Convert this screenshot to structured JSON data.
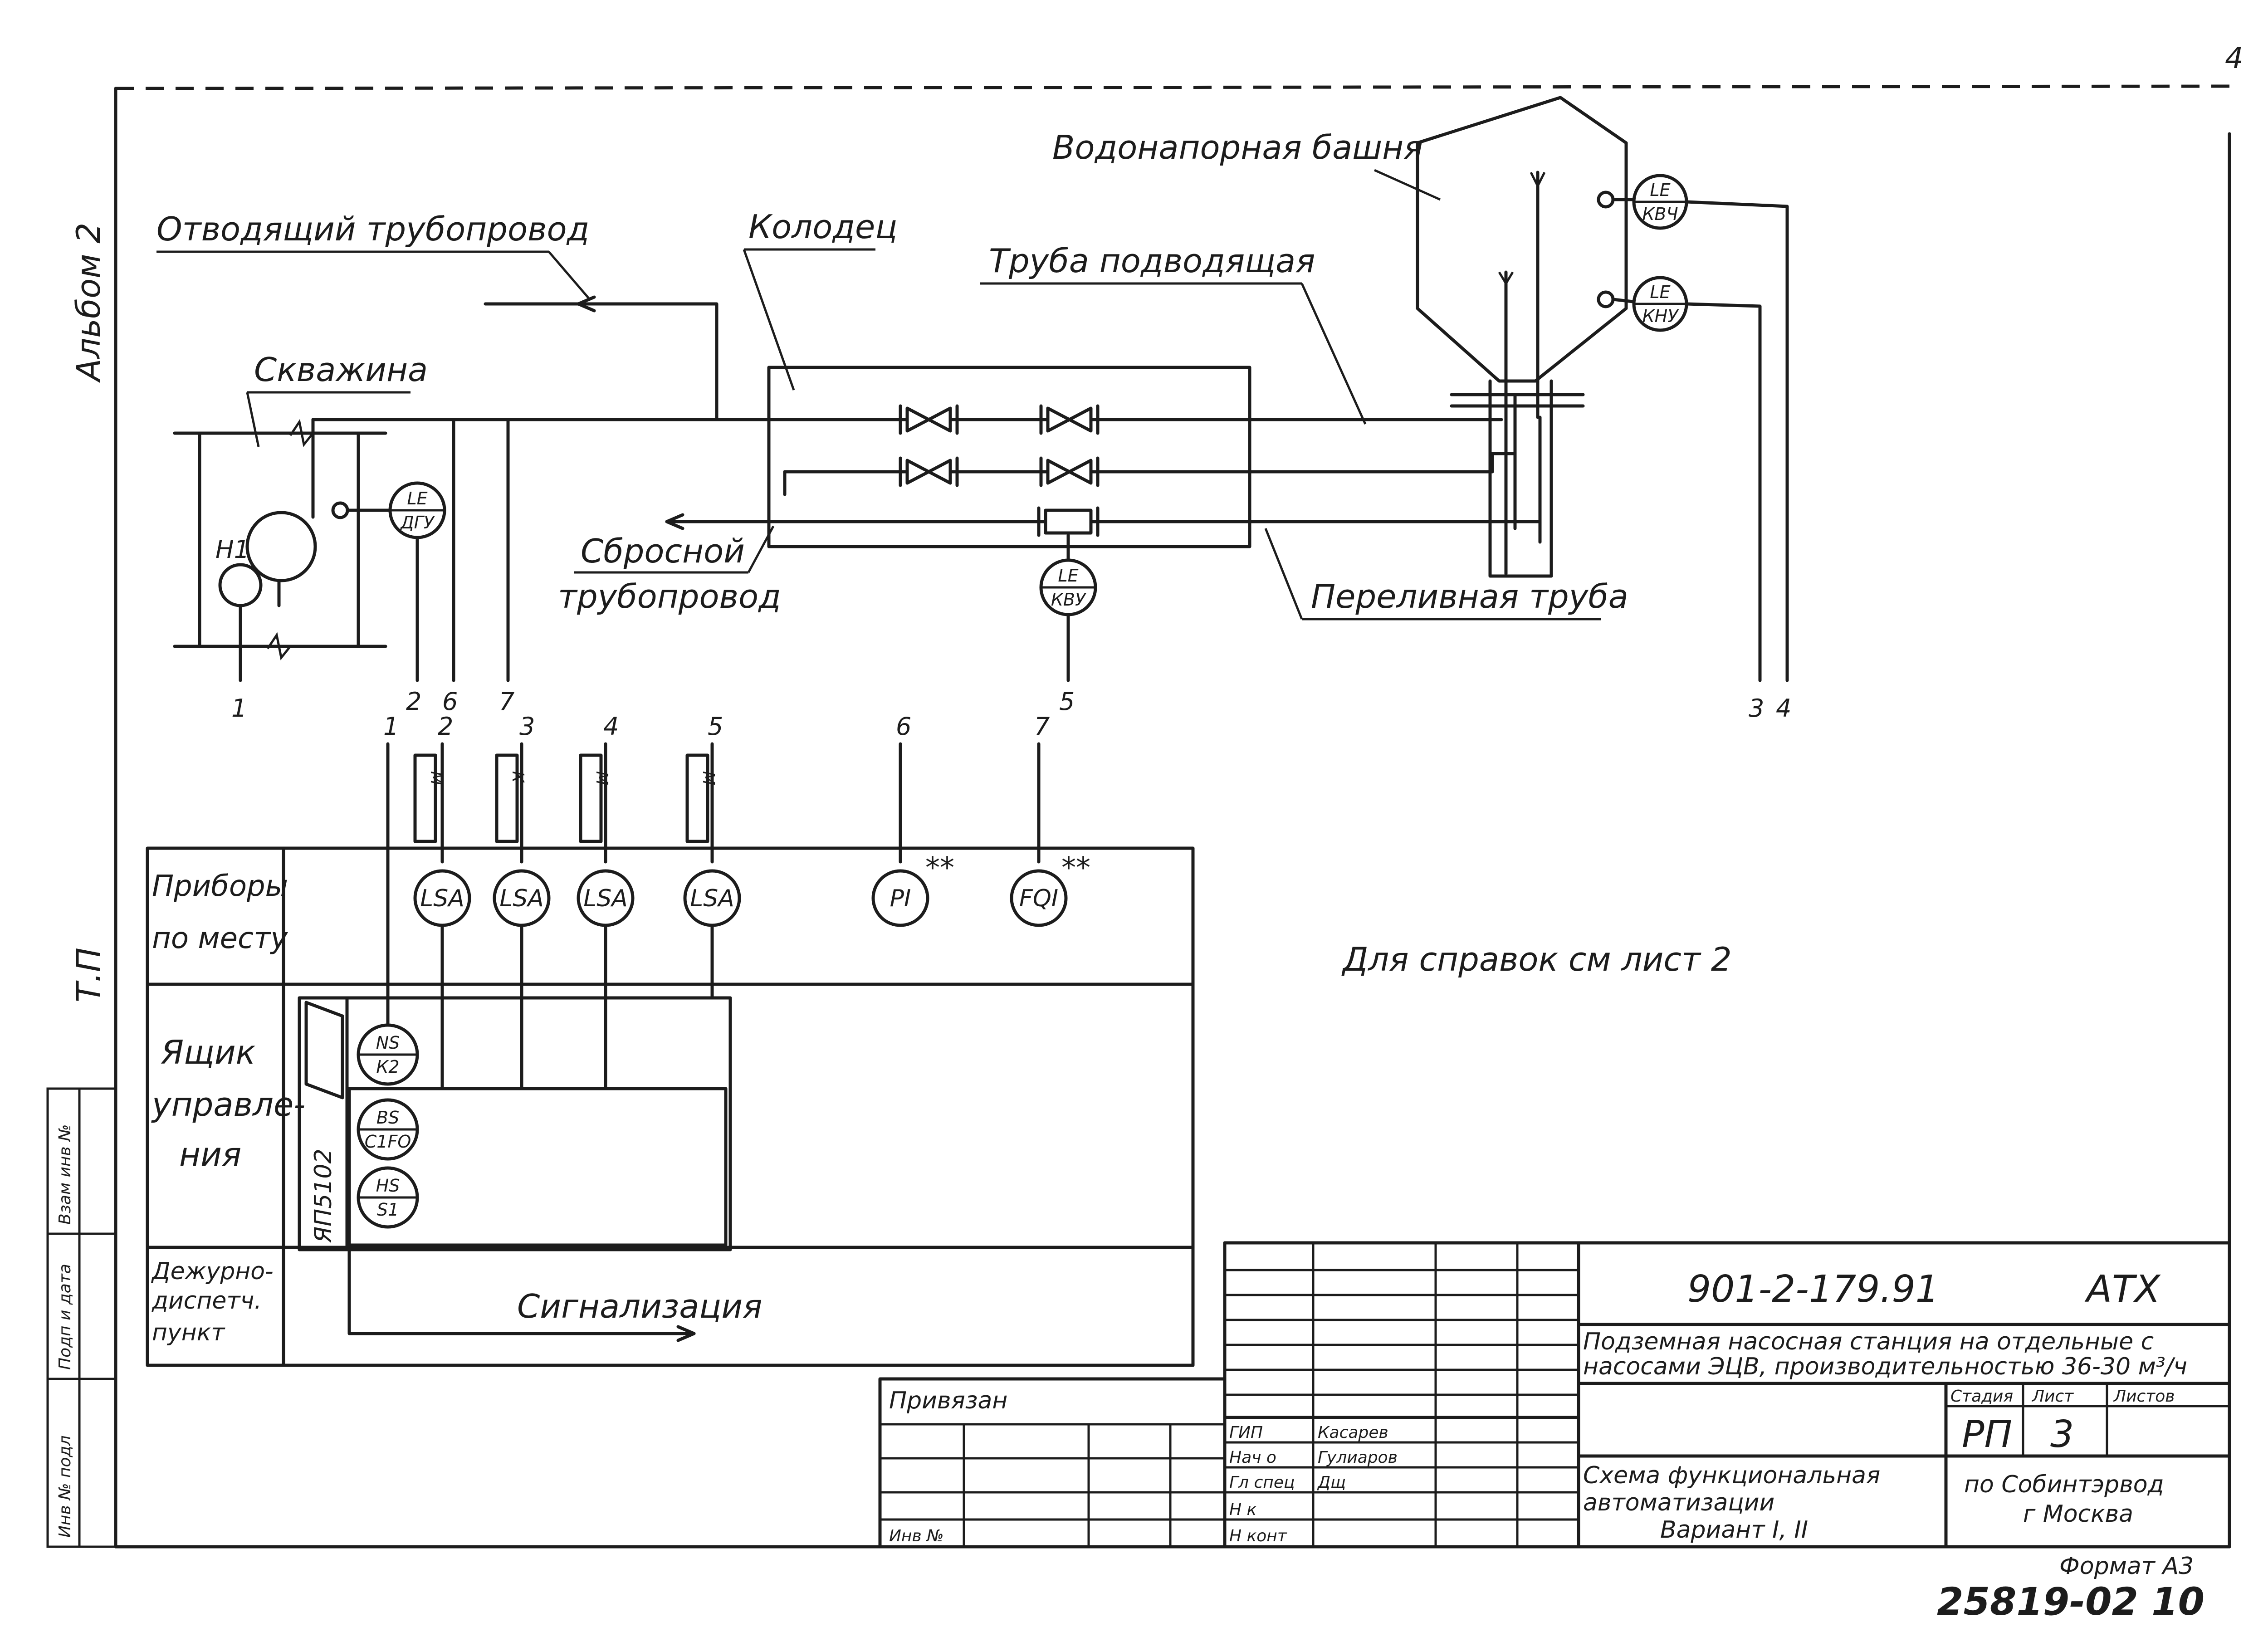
{
  "page": {
    "corner_number": "4"
  },
  "side": {
    "album": "Альбом 2",
    "tp": "Т.П"
  },
  "left_stamps": [
    "Взам инв №",
    "Подп и дата",
    "Инв № подл"
  ],
  "labels": {
    "tower": "Водонапорная башня",
    "outlet_pipeline": "Отводящий трубопровод",
    "well_chamber": "Колодец",
    "supply_pipe": "Труба подводящая",
    "borehole": "Скважина",
    "discharge_pipeline_1": "Сбросной",
    "discharge_pipeline_2": "трубопровод",
    "overflow_pipe": "Переливная труба",
    "note": "Для справок см лист 2",
    "signaling": "Сигнализация",
    "pump": "Н1"
  },
  "field_instruments": [
    {
      "id": "le-dgu",
      "line1": "LE",
      "line2": "ДГУ"
    },
    {
      "id": "le-kvu",
      "line1": "LE",
      "line2": "КВУ"
    },
    {
      "id": "le-kvch",
      "line1": "LE",
      "line2": "КВЧ"
    },
    {
      "id": "le-knu",
      "line1": "LE",
      "line2": "КНУ"
    }
  ],
  "line_numbers": {
    "borehole": "1",
    "dgu_a": "2",
    "dgu_b": "6",
    "mid": "7",
    "kvu": "5",
    "tower_a": "3",
    "tower_b": "4",
    "c1": "1",
    "c2": "2",
    "c3": "3",
    "c4": "4",
    "c5": "5",
    "c6": "6",
    "c7": "7"
  },
  "rows": {
    "local_1": "Приборы",
    "local_2": "по месту",
    "box_1": "Ящик",
    "box_2": "управле-",
    "box_3": "ния",
    "duty_1": "Дежурно-",
    "duty_2": "диспетч.",
    "duty_3": "пункт"
  },
  "local_instruments": [
    {
      "id": "lsa-1",
      "label": "LSA",
      "marker": ""
    },
    {
      "id": "lsa-2",
      "label": "LSA",
      "marker": ""
    },
    {
      "id": "lsa-3",
      "label": "LSA",
      "marker": ""
    },
    {
      "id": "lsa-4",
      "label": "LSA",
      "marker": ""
    },
    {
      "id": "pi",
      "label": "PI",
      "marker": "**"
    },
    {
      "id": "fqi",
      "label": "FQI",
      "marker": "**"
    }
  ],
  "relays": [
    "М",
    "К",
    "М",
    "М"
  ],
  "box_device": "ЯП5102",
  "box_instruments": [
    {
      "id": "ns-k2",
      "line1": "NS",
      "line2": "К2"
    },
    {
      "id": "bs-c1fo",
      "line1": "BS",
      "line2": "С1FО"
    },
    {
      "id": "hs-s1",
      "line1": "HS",
      "line2": "S1"
    }
  ],
  "title_block": {
    "doc_code": "901-2-179.91",
    "section": "АТХ",
    "project_1": "Подземная насосная станция на отдельные с",
    "project_2": "насосами ЭЦВ, производительностью 36-30 м³/ч",
    "stage_h": "Стадия",
    "sheet_h": "Лист",
    "sheets_h": "Листов",
    "stage": "РП",
    "sheet": "3",
    "sheets": "",
    "drawing_1": "Схема функциональная",
    "drawing_2": "автоматизации",
    "drawing_3": "Вариант I, II",
    "org_1": "по Собинтэрвод",
    "org_2": "г Москва",
    "sign_rows": [
      {
        "role": "ГИП",
        "name": "Касарев"
      },
      {
        "role": "Нач о",
        "name": "Гулиаров"
      },
      {
        "role": "Гл спец",
        "name": "Дщ"
      },
      {
        "role": "Н к",
        "name": ""
      },
      {
        "role": "Н конт",
        "name": ""
      }
    ],
    "attached": "Привязан",
    "inv_no": "Инв №"
  },
  "format": "Формат А3",
  "serial": "25819-02 10"
}
